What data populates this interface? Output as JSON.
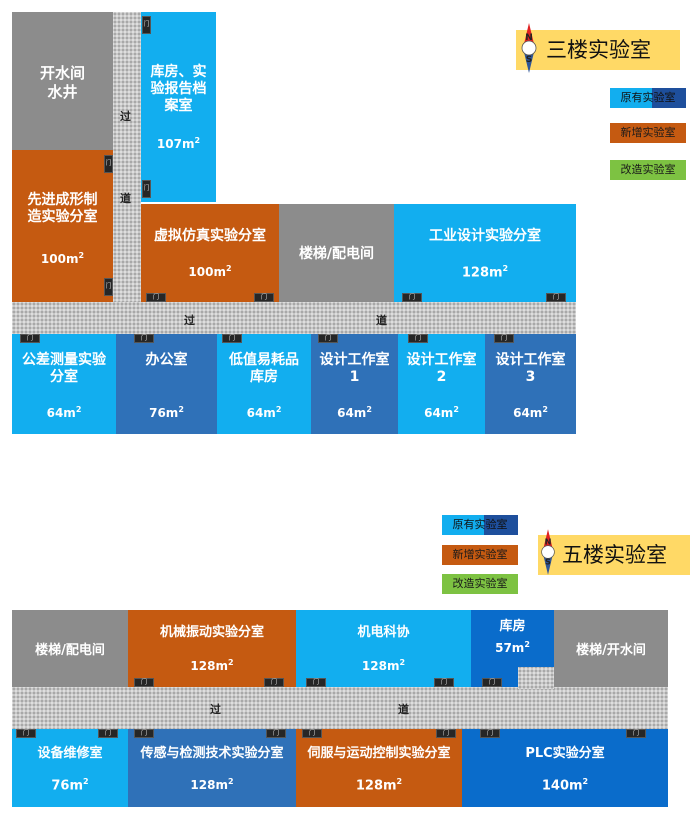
{
  "floor3": {
    "title": "三楼实验室",
    "legend": [
      "原有实验室",
      "新增实验室",
      "改造实验室"
    ],
    "corridor_chars": [
      "过",
      "道"
    ],
    "rooms": {
      "water": {
        "name": "开水间\n水井"
      },
      "storage": {
        "name": "库房、实\n验报告档\n案室",
        "area": "107m"
      },
      "forming": {
        "name": "先进成形制\n造实验分室",
        "area": "100m"
      },
      "sim": {
        "name": "虚拟仿真实验分室",
        "area": "100m"
      },
      "stairs": {
        "name": "楼梯/配电间"
      },
      "industrial": {
        "name": "工业设计实验分室",
        "area": "128m"
      },
      "tolerance": {
        "name": "公差测量实验\n分室",
        "area": "64m"
      },
      "office": {
        "name": "办公室",
        "area": "76m"
      },
      "consumables": {
        "name": "低值易耗品\n库房",
        "area": "64m"
      },
      "design1": {
        "name": "设计工作室\n1",
        "area": "64m"
      },
      "design2": {
        "name": "设计工作室\n2",
        "area": "64m"
      },
      "design3": {
        "name": "设计工作室\n3",
        "area": "64m"
      }
    }
  },
  "floor5": {
    "title": "五楼实验室",
    "legend": [
      "原有实验室",
      "新增实验室",
      "改造实验室"
    ],
    "corridor_chars": [
      "过",
      "道"
    ],
    "rooms": {
      "stairs_left": {
        "name": "楼梯/配电间"
      },
      "vibration": {
        "name": "机械振动实验分室",
        "area": "128m"
      },
      "mech": {
        "name": "机电科协",
        "area": "128m"
      },
      "storage": {
        "name": "库房",
        "area": "57m"
      },
      "stairs_right": {
        "name": "楼梯/开水间"
      },
      "maintenance": {
        "name": "设备维修室",
        "area": "76m"
      },
      "sensing": {
        "name": "传感与检测技术实验分室",
        "area": "128m"
      },
      "servo": {
        "name": "伺服与运动控制实验分室",
        "area": "128m"
      },
      "plc": {
        "name": "PLC实验分室",
        "area": "140m"
      }
    }
  },
  "door_label": "门",
  "area_superscript": "2",
  "compass": {
    "n": "N",
    "s": "S"
  },
  "colors": {
    "existing": "#12aeef",
    "new": "#c55a11",
    "renovated": "#7dc242",
    "gray": "#8c8c8c",
    "legend_bg": "#ffd966"
  }
}
